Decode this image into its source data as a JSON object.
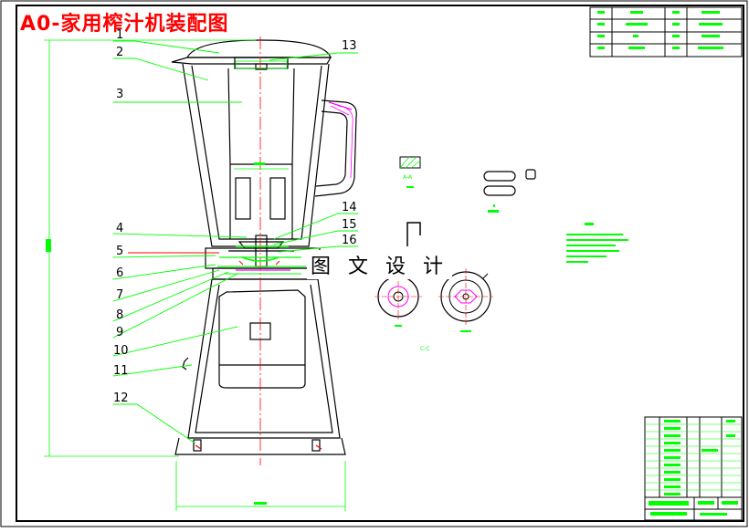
{
  "drawing": {
    "title": "A0-家用榨汁机装配图",
    "watermark": "图 文 设 计",
    "part_numbers": [
      "1",
      "2",
      "3",
      "4",
      "5",
      "6",
      "7",
      "8",
      "9",
      "10",
      "11",
      "12",
      "13",
      "14",
      "15",
      "16"
    ],
    "labels": {
      "section_aa": "A-A",
      "section_cc": "C-C"
    }
  },
  "colors": {
    "outline": "#000000",
    "green": "#00ff00",
    "red": "#ff0000",
    "magenta": "#ff00ff",
    "frame": "#000000"
  }
}
